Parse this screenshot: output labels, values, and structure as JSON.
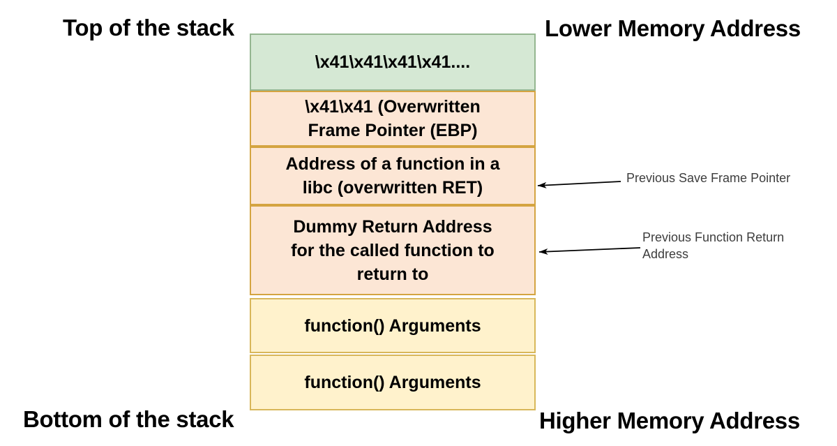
{
  "labels": {
    "top_left": "Top of the stack",
    "top_right": "Lower Memory Address",
    "bottom_left": "Bottom of the stack",
    "bottom_right": "Higher Memory Address"
  },
  "stack": {
    "cells": [
      {
        "label": "\\x41\\x41\\x41\\x41....",
        "fill": "#d5e8d4",
        "stroke": "#94b690"
      },
      {
        "label": "\\x41\\x41 (Overwritten\nFrame Pointer (EBP)",
        "fill": "#fce6d5",
        "stroke": "#d4a441"
      },
      {
        "label": "Address of a function in a\nlibc (overwritten RET)",
        "fill": "#fce6d5",
        "stroke": "#d4a441"
      },
      {
        "label": "Dummy Return Address\nfor the called function to\nreturn to",
        "fill": "#fce6d5",
        "stroke": "#d4a441"
      },
      {
        "label": "function() Arguments",
        "fill": "#fff2cc",
        "stroke": "#d8b75a"
      },
      {
        "label": "function() Arguments",
        "fill": "#fff2cc",
        "stroke": "#d8b75a"
      }
    ]
  },
  "annotations": [
    {
      "text": "Previous Save Frame Pointer"
    },
    {
      "text": "Previous Function Return\nAddress"
    }
  ],
  "colors": {
    "arrow": "#000000",
    "text": "#000000",
    "annotation_text": "#3d3d3d",
    "background": "#ffffff"
  }
}
